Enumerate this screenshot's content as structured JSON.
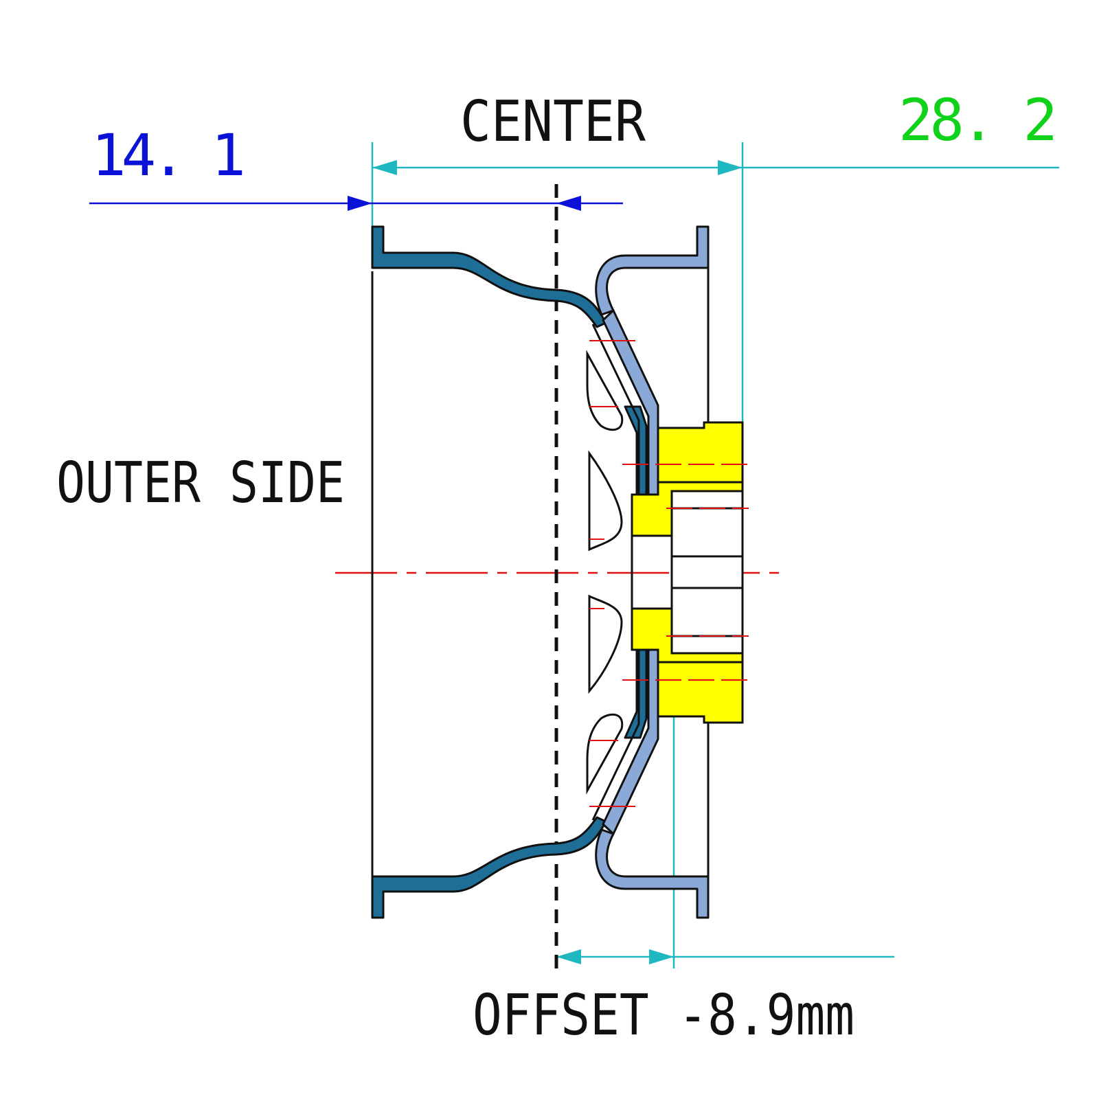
{
  "labels": {
    "center": "CENTER",
    "outer_side": "OUTER SIDE",
    "offset": "OFFSET -8.9mm",
    "left_dimension": "14. 1",
    "right_dimension": "28. 2"
  },
  "colors": {
    "outer_rim": "#1f6e98",
    "inner_rim": "#8aa9d6",
    "hub": "#ffff00",
    "dimension_cyan": "#1fb8c0",
    "dimension_blue": "#0b12d8",
    "right_value_green": "#10d21a",
    "centerline_red": "#e01010",
    "outline": "#111111"
  }
}
